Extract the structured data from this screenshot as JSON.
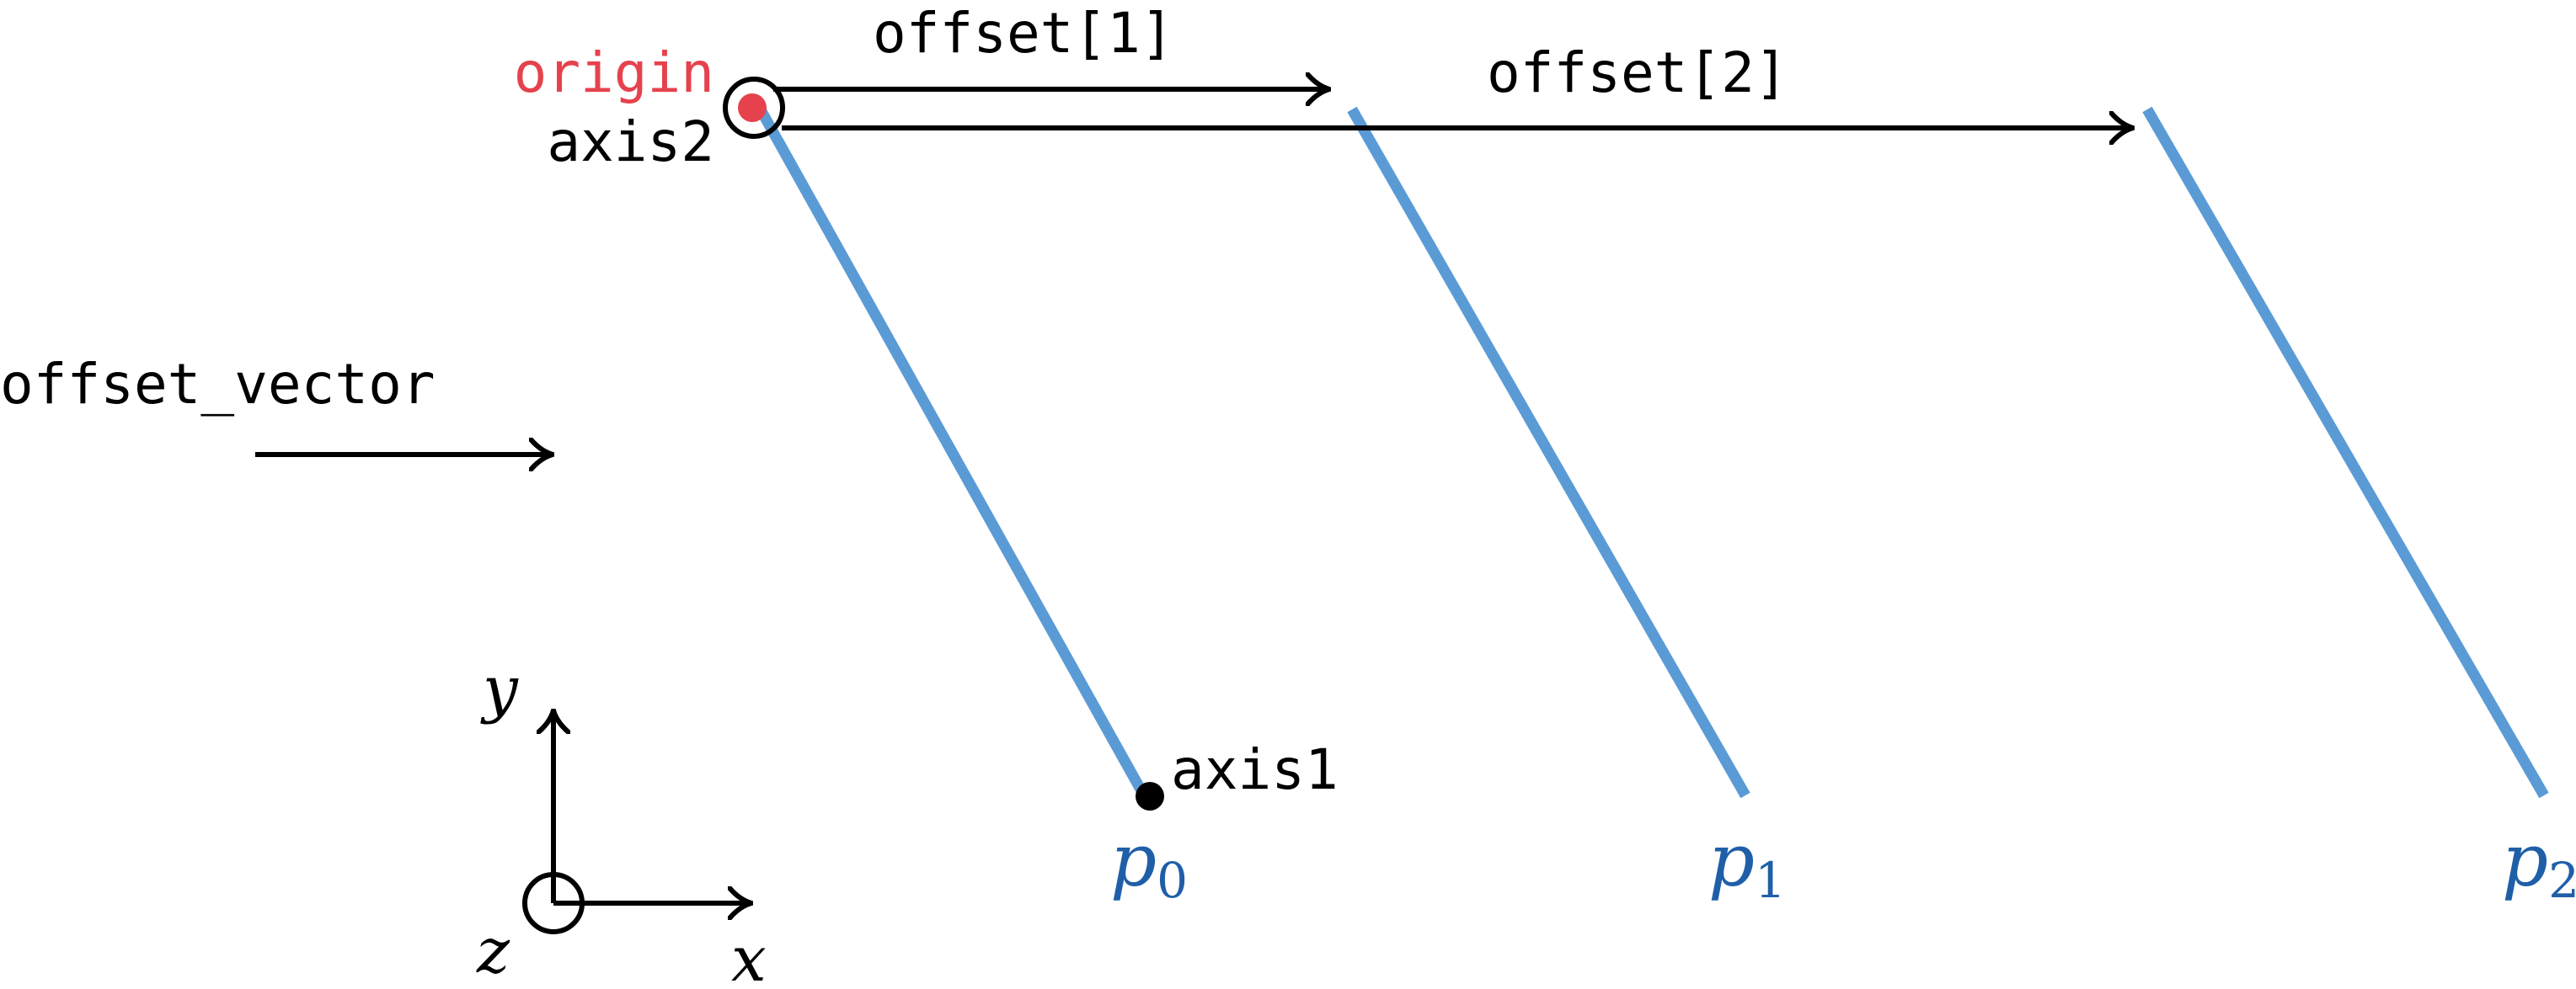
{
  "labels": {
    "origin": "origin",
    "axis2": "axis2",
    "axis1": "axis1",
    "offset1": "offset[1]",
    "offset2": "offset[2]",
    "offset_vector": "offset_vector",
    "axis_x": "x",
    "axis_y": "y",
    "axis_z": "z"
  },
  "points": [
    {
      "base": "p",
      "sub": "0"
    },
    {
      "base": "p",
      "sub": "1"
    },
    {
      "base": "p",
      "sub": "2"
    }
  ],
  "colors": {
    "ink": "#000000",
    "accent": "#e5424d",
    "line": "#5b9bd5",
    "point_label": "#1f5fa8"
  }
}
